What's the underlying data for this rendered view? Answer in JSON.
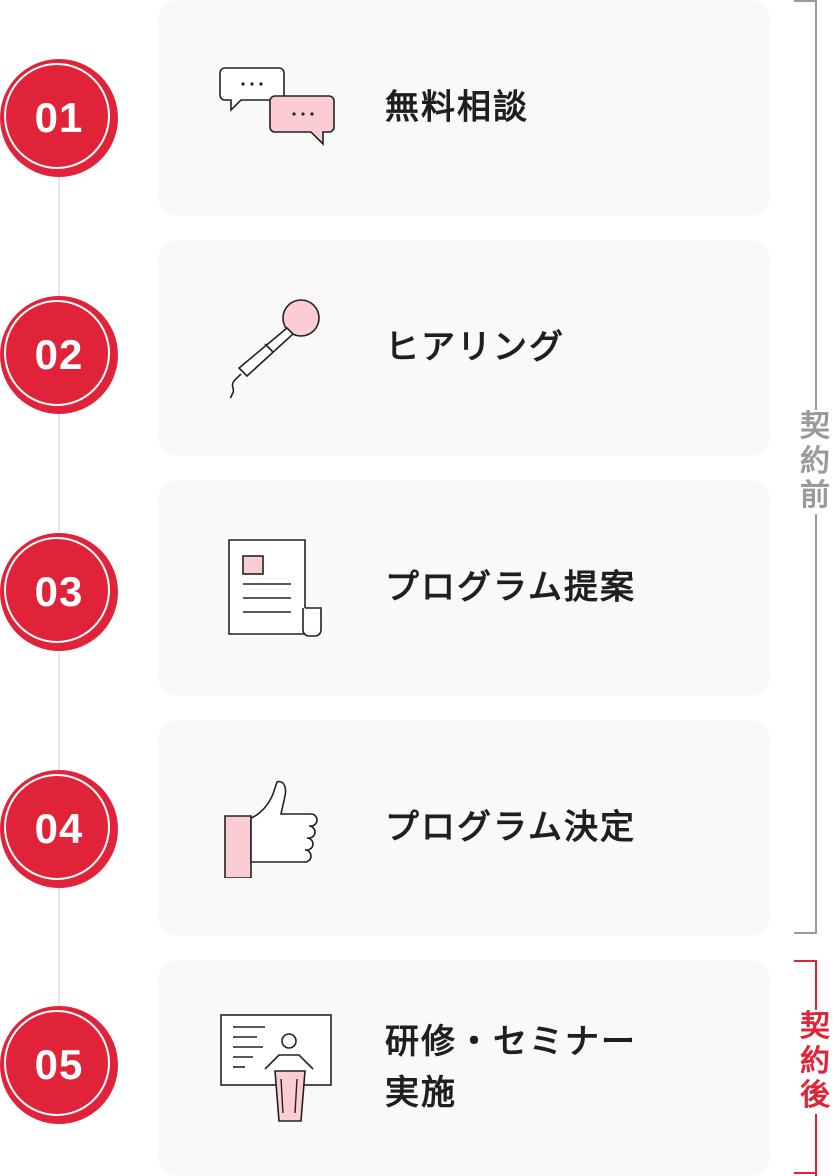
{
  "colors": {
    "accent": "#e02339",
    "pink": "#fbcdd2",
    "card_bg": "#f9f9f9",
    "gray": "#9a9a9a"
  },
  "steps": [
    {
      "number": "01",
      "title": "無料相談",
      "icon": "chat-bubbles-icon"
    },
    {
      "number": "02",
      "title": "ヒアリング",
      "icon": "microphone-icon"
    },
    {
      "number": "03",
      "title": "プログラム提案",
      "icon": "document-icon"
    },
    {
      "number": "04",
      "title": "プログラム決定",
      "icon": "thumbs-up-icon"
    },
    {
      "number": "05",
      "title": "研修・セミナー\n実施",
      "icon": "presentation-icon"
    }
  ],
  "phases": {
    "before": {
      "label": "契\n約\n前"
    },
    "after": {
      "label": "契\n約\n後"
    }
  }
}
